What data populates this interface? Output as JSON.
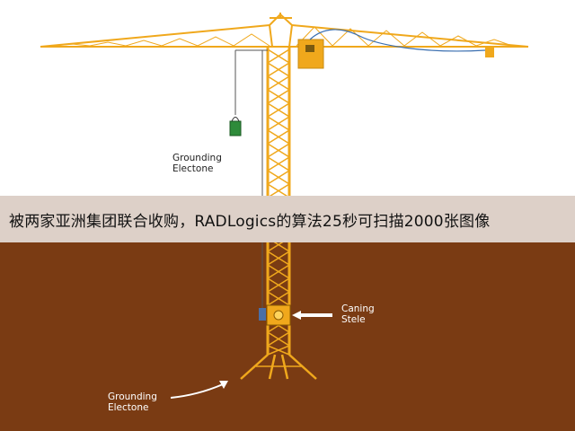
{
  "caption": "被两家亚洲集团联合收购，RADLogics的算法25秒可扫描2000张图像",
  "labels": {
    "grounding_top": {
      "line1": "Grounding",
      "line2": "Electone"
    },
    "casing": {
      "line1": "Caning",
      "line2": "Stele"
    },
    "grounding_bottom": {
      "line1": "Grounding",
      "line2": "Electone"
    }
  },
  "colors": {
    "crane_yellow": "#f0a81c",
    "ground_brown": "#7a3b13",
    "caption_bar": "#ddd0c8",
    "sky": "#ffffff"
  }
}
